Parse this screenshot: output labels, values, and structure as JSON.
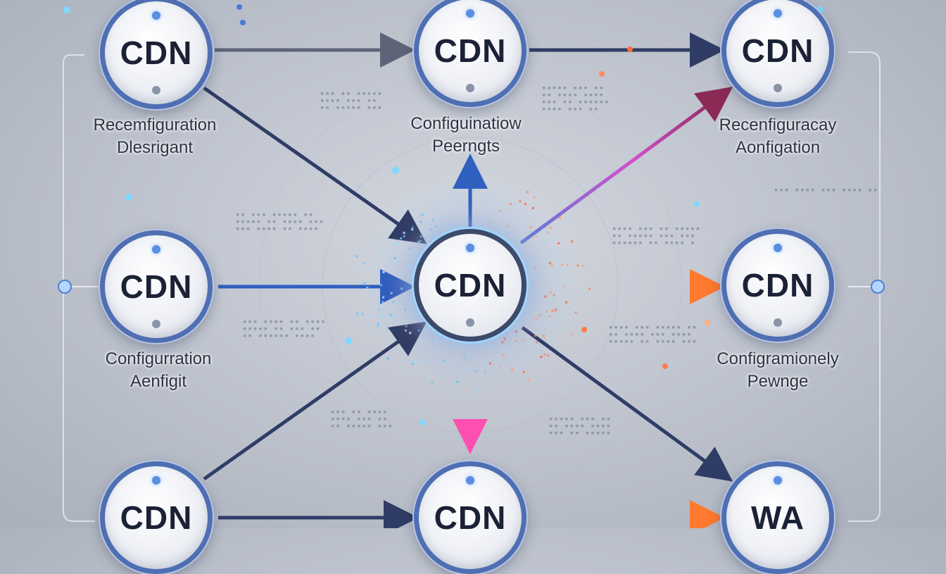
{
  "colors": {
    "node_border": "#4f6fb3",
    "arrow_dark": "#2f3d66",
    "arrow_blue": "#2f5fbf",
    "arrow_pink": "#ff4fb0",
    "arrow_orange": "#ff7a2e"
  },
  "nodes": {
    "top_left": {
      "text": "CDN",
      "label_line1": "Recemfiguration",
      "label_line2": "Dlesrigant"
    },
    "top_center": {
      "text": "CDN",
      "label_line1": "Configuinatiow",
      "label_line2": "Peerngts"
    },
    "top_right": {
      "text": "CDN",
      "label_line1": "Recenfiguracay",
      "label_line2": "Aonfigation"
    },
    "mid_left": {
      "text": "CDN",
      "label_line1": "Configurration",
      "label_line2": "Aenfigit"
    },
    "center": {
      "text": "CDN"
    },
    "mid_right": {
      "text": "CDN",
      "label_line1": "Configramionely",
      "label_line2": "Pewnge"
    },
    "bottom_left": {
      "text": "CDN"
    },
    "bottom_center": {
      "text": "CDN"
    },
    "bottom_right": {
      "text": "WA"
    }
  }
}
